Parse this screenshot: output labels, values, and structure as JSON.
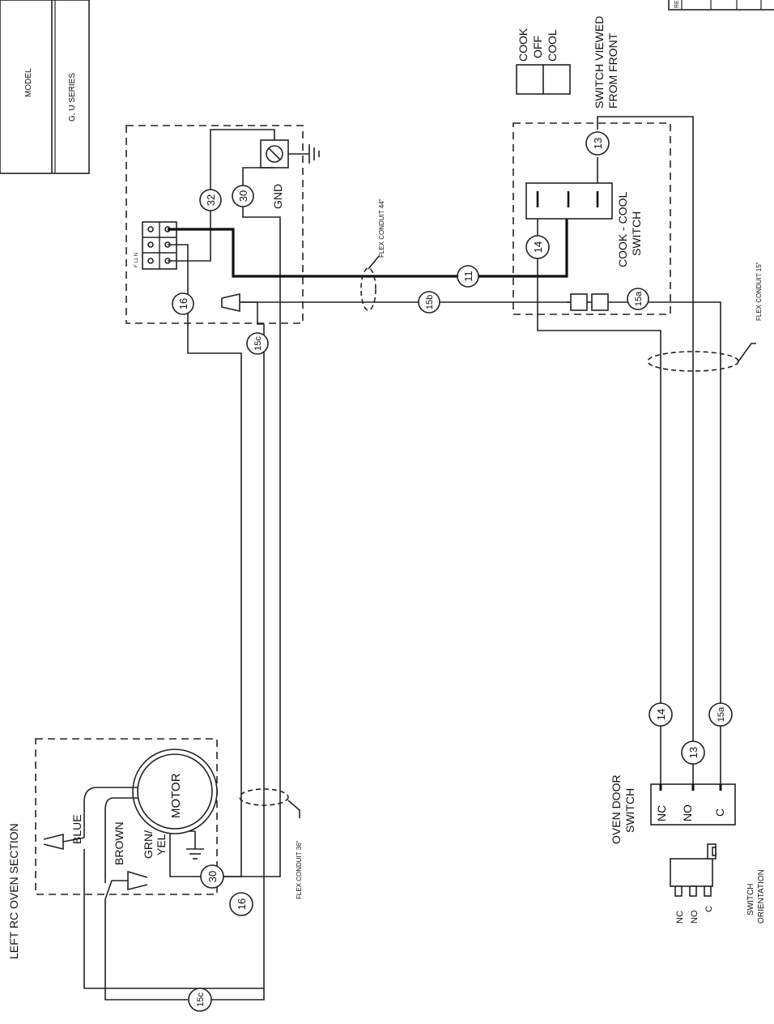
{
  "title_block": {
    "model_label": "MODEL",
    "model_value": "G, U SERIES",
    "rev_label": "RE"
  },
  "cook_cool_switch": {
    "positions": [
      "COOK",
      "OFF",
      "COOL"
    ],
    "view_note": "SWITCH VIEWED FROM FRONT",
    "label": "COOK - COOL SWITCH"
  },
  "terminal_block": {
    "terminal_labels": "F L1 N",
    "ground_label": "GND"
  },
  "motor_section": {
    "title": "LEFT RC OVEN SECTION",
    "motor_label": "MOTOR",
    "wire_blue": "BLUE",
    "wire_brown": "BROWN",
    "wire_grnyel": "GRN/ YEL"
  },
  "door_switch": {
    "label": "OVEN DOOR SWITCH",
    "terminals": [
      "NC",
      "NO",
      "C"
    ],
    "orientation_label": "SWITCH ORIENTATION"
  },
  "conduits": {
    "c44": "FLEX CONDUIT 44\"",
    "c15": "FLEX CONDUIT 15\"",
    "c36": "FLEX CONDUIT 36\""
  },
  "wire_numbers": {
    "w32": "32",
    "w30_top": "30",
    "w16_top": "16",
    "w15c_top": "15c",
    "w11": "11",
    "w15b": "15b",
    "w13_top": "13",
    "w14_top": "14",
    "w15a_top": "15a",
    "w14_bot": "14",
    "w13_bot": "13",
    "w15a_bot": "15a",
    "w16_bot": "16",
    "w30_bot": "30",
    "w15c_bot": "15c"
  }
}
